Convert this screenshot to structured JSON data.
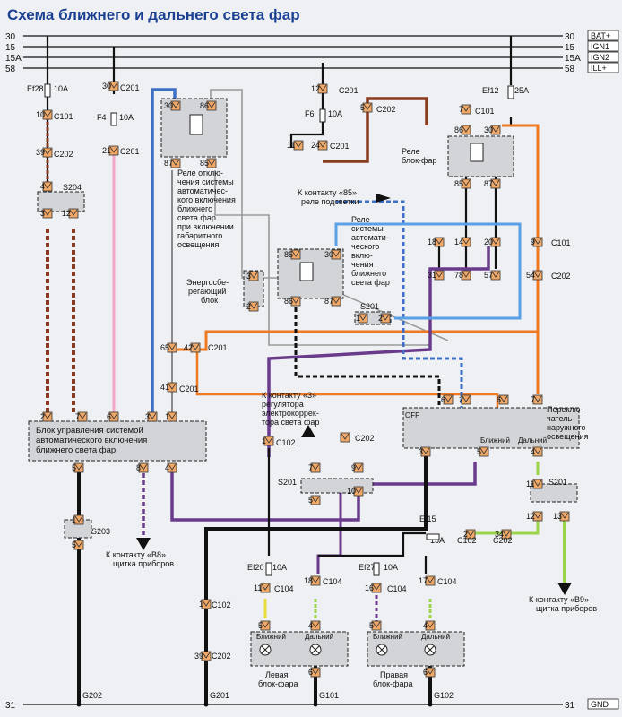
{
  "title": "Схема ближнего и дальнего света фар",
  "buses": [
    {
      "num": "30",
      "label": "BAT+"
    },
    {
      "num": "15",
      "label": "IGN1"
    },
    {
      "num": "15A",
      "label": "IGN2"
    },
    {
      "num": "58",
      "label": "ILL+"
    },
    {
      "num": "31",
      "label": "GND"
    }
  ],
  "fuses": {
    "ef28": {
      "name": "Ef28",
      "rating": "10A"
    },
    "f4": {
      "name": "F4",
      "rating": "10A"
    },
    "f6": {
      "name": "F6",
      "rating": "10A"
    },
    "ef12": {
      "name": "Ef12",
      "rating": "25A"
    },
    "ef15": {
      "name": "Ef15",
      "rating": "15A"
    },
    "ef20": {
      "name": "Ef20",
      "rating": "10A"
    },
    "ef27": {
      "name": "Ef27",
      "rating": "10A"
    }
  },
  "connectors": {
    "c101": "C101",
    "c102": "C102",
    "c104": "C104",
    "c201": "C201",
    "c202": "C202",
    "s201": "S201",
    "s203": "S203",
    "s204": "S204"
  },
  "pins": [
    "1",
    "2",
    "3",
    "4",
    "5",
    "6",
    "7",
    "8",
    "9",
    "10",
    "11",
    "12",
    "13",
    "14",
    "16",
    "17",
    "18",
    "20",
    "21",
    "24",
    "30",
    "31",
    "34",
    "39",
    "41",
    "42",
    "54",
    "57",
    "65",
    "78",
    "85",
    "86",
    "87"
  ],
  "grounds": [
    "G201",
    "G202",
    "G101",
    "G102"
  ],
  "labels": {
    "relay1_desc": [
      "Реле отклю-",
      "чения системы",
      "автоматичес-",
      "кого включения",
      "ближнего",
      "света фар",
      "при включении",
      "габаритного",
      "освещения"
    ],
    "relay2_desc": [
      "Реле",
      "системы",
      "автомати-",
      "ческого",
      "вклю-",
      "чения",
      "ближнего",
      "света фар"
    ],
    "relay3_desc": [
      "Реле",
      "блок-фар"
    ],
    "contact85": [
      "К контакту «85»",
      "реле подсветки"
    ],
    "energy": [
      "Энергосбе-",
      "регающий",
      "блок"
    ],
    "contact3": [
      "К контакту «3»",
      "регулятора",
      "электрокоррек-",
      "тора света фар"
    ],
    "control_unit": [
      "Блок управления системой",
      "автоматического включения",
      "ближнего света фар"
    ],
    "switch": [
      "Переклю-",
      "чатель",
      "наружного",
      "освещения"
    ],
    "switch_off": "OFF",
    "switch_near": "Ближний",
    "switch_far": "Дальний",
    "b8": [
      "К контакту «B8»",
      "щитка приборов"
    ],
    "b9": [
      "К контакту «B9»",
      "щитка приборов"
    ],
    "lamp_near": "Ближний",
    "lamp_far": "Дальний",
    "left_hl": [
      "Левая",
      "блок-фара"
    ],
    "right_hl": [
      "Правая",
      "блок-фара"
    ]
  },
  "wire_colors": {
    "black": "#111111",
    "brown": "#8a3a1f",
    "orange": "#f07a22",
    "pink": "#f2a6c8",
    "blue": "#3d6fc4",
    "lightblue": "#5aa0e6",
    "purple": "#6a3a8c",
    "green": "#9bd44a",
    "yellow": "#e6dc3a",
    "grey": "#9a9a9a"
  }
}
